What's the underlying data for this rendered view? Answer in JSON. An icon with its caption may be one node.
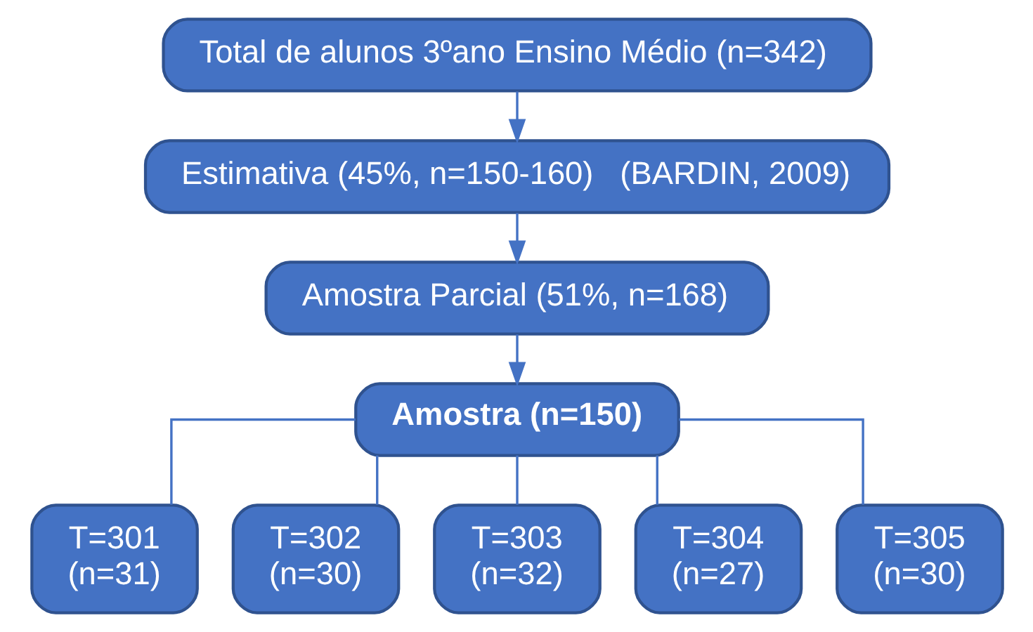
{
  "diagram": {
    "nodes": [
      {
        "text": [
          "Total de alunos 3ºano Ensino Médio (n=342)"
        ]
      },
      {
        "text": [
          "Estimativa (45%, n=150-160)   (BARDIN, 2009)"
        ]
      },
      {
        "text": [
          "Amostra Parcial (51%, n=168)"
        ]
      },
      {
        "text": [
          "Amostra (n=150)"
        ]
      },
      {
        "text": [
          "T=301 (n=31)"
        ]
      },
      {
        "text": [
          "T=302 (n=30)"
        ]
      },
      {
        "text": [
          "T=303 (n=32)"
        ]
      },
      {
        "text": [
          "T=304 (n=27)"
        ]
      },
      {
        "text": [
          "T=305 (n=30)"
        ]
      }
    ],
    "edges": [
      {
        "from": 0,
        "to": 1,
        "arrow": "to"
      },
      {
        "from": 1,
        "to": 2,
        "arrow": "to"
      },
      {
        "from": 2,
        "to": 3,
        "arrow": "to"
      },
      {
        "from": 3,
        "to": 4,
        "arrow": "none"
      },
      {
        "from": 3,
        "to": 5,
        "arrow": "none"
      },
      {
        "from": 3,
        "to": 6,
        "arrow": "none"
      },
      {
        "from": 3,
        "to": 7,
        "arrow": "none"
      },
      {
        "from": 3,
        "to": 8,
        "arrow": "none"
      }
    ]
  }
}
